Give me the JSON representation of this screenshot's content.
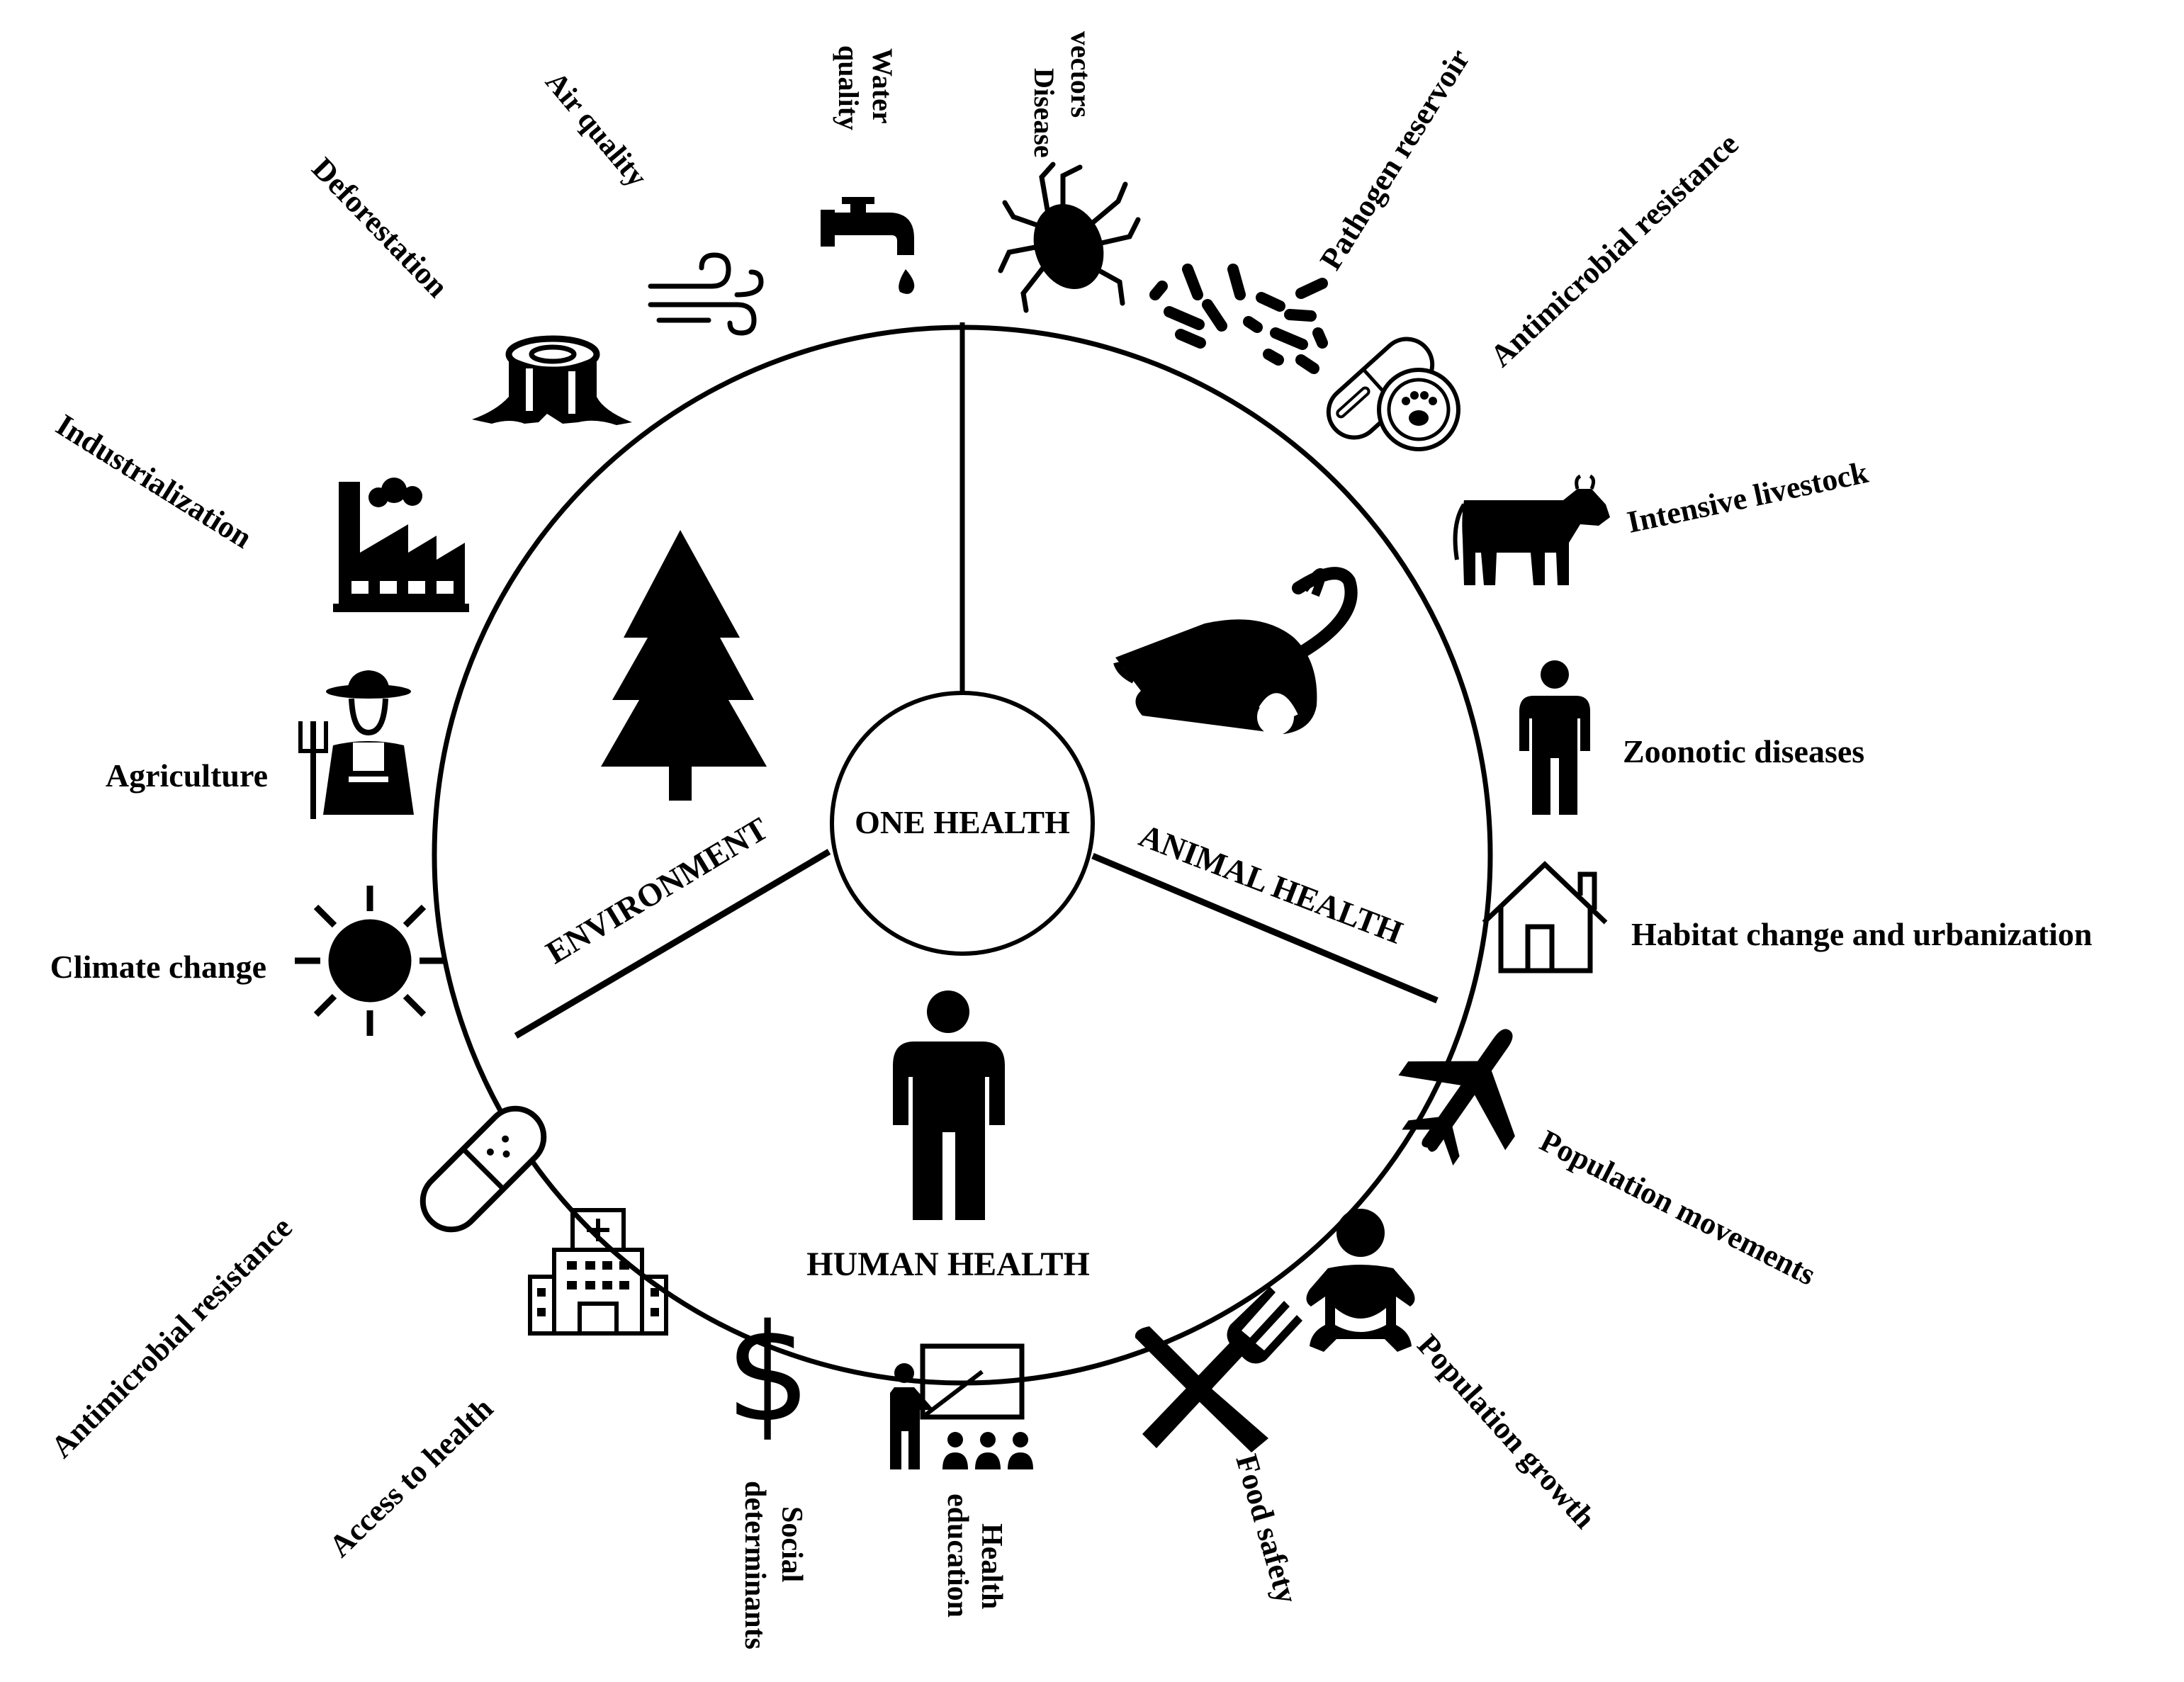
{
  "center_label": "ONE HEALTH",
  "sectors": {
    "environment": "ENVIRONMENT",
    "animal_health": "ANIMAL HEALTH",
    "human_health": "HUMAN HEALTH"
  },
  "factors": {
    "water_quality": [
      "Water",
      "quality"
    ],
    "disease_vectors": [
      "Disease",
      "vectors"
    ],
    "air_quality": "Air quality",
    "deforestation": "Deforestation",
    "industrialization": "Industrialization",
    "agriculture": "Agriculture",
    "climate_change": "Climate change",
    "antimicrobial_resistance_human": "Antimicrobial resistance",
    "access_to_health": "Access to health",
    "social_determinants": [
      "Social",
      "determinants"
    ],
    "health_education": [
      "Health",
      "education"
    ],
    "food_safety": "Food safety",
    "population_growth": "Population growth",
    "population_movements": "Population movements",
    "habitat_change": "Habitat change and urbanization",
    "zoonotic_diseases": "Zoonotic diseases",
    "intensive_livestock": "Intensive livestock",
    "antimicrobial_resistance_animal": "Antimicrobial resistance",
    "pathogen_reservoir": "Pathogen reservoir"
  },
  "icons": [
    "tree-icon",
    "rat-icon",
    "person-icon",
    "faucet-icon",
    "tick-icon",
    "wind-icon",
    "tree-stump-icon",
    "factory-icon",
    "farmer-icon",
    "sun-icon",
    "pill-icon",
    "hospital-icon",
    "dollar-icon",
    "teacher-icon",
    "fork-knife-icon",
    "baby-icon",
    "airplane-icon",
    "house-icon",
    "cow-icon",
    "bacteria-icon",
    "pet-pill-icon"
  ],
  "colors": {
    "ink": "#000000",
    "background": "#ffffff"
  }
}
